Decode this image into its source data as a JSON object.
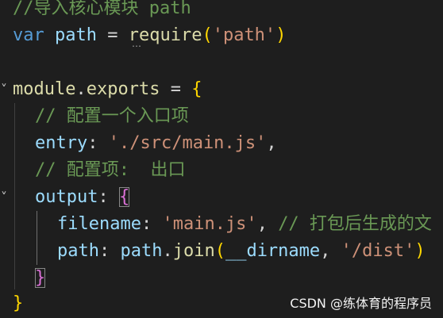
{
  "lines": {
    "l1_comment": "//导入核心模块 path",
    "l2_kw": "var",
    "l2_var": "path",
    "l2_eq": " = ",
    "l2_fn": "require",
    "l2_paren_open": "(",
    "l2_str": "'path'",
    "l2_paren_close": ")",
    "l4_module": "module",
    "l4_dot": ".",
    "l4_exports": "exports",
    "l4_eq": " = ",
    "l4_brace": "{",
    "l5_comment": "// 配置一个入口项",
    "l6_key": "entry",
    "l6_colon": ": ",
    "l6_str": "'./src/main.js'",
    "l6_comma": ",",
    "l7_comment": "// 配置项:  出口",
    "l8_key": "output",
    "l8_colon": ": ",
    "l8_brace": "{",
    "l9_key": "filename",
    "l9_colon": ": ",
    "l9_str": "'main.js'",
    "l9_comma": ", ",
    "l9_comment": "// 打包后生成的文",
    "l10_key": "path",
    "l10_colon": ": ",
    "l10_obj": "path",
    "l10_dot": ".",
    "l10_fn": "join",
    "l10_paren_open": "(",
    "l10_arg": "__dirname",
    "l10_comma": ", ",
    "l10_str": "'/dist'",
    "l10_paren_close": ")",
    "l11_brace": "}",
    "l12_brace": "}"
  },
  "gutter": {
    "fold_icon": "chevron-down-icon",
    "fold_glyph": "˅"
  },
  "hint_dots": "…",
  "watermark": "CSDN @练体育的程序员",
  "colors": {
    "background": "#1e1e1e",
    "comment": "#6a9955",
    "keyword": "#569cd6",
    "variable": "#9cdcfe",
    "function": "#dcdcaa",
    "string": "#ce9178",
    "brace": "#ffd700",
    "paren": "#da70d6"
  }
}
